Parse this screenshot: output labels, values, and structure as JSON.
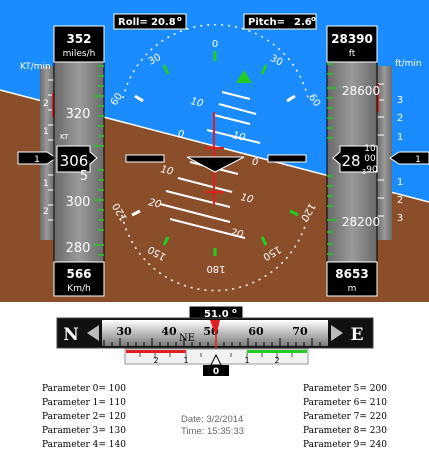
{
  "header": {
    "roll_label": "Roll=",
    "roll_value": "20.8",
    "pitch_label": "Pitch=",
    "pitch_value": "2.6",
    "degree_symbol": "o"
  },
  "airspeed": {
    "top_value": "352",
    "top_unit": "miles/h",
    "bottom_value": "566",
    "bottom_unit": "Km/h",
    "unit_label": "KT",
    "current_main": "306",
    "current_tail": "5",
    "tick_labels": [
      "320",
      "300",
      "280"
    ]
  },
  "altitude": {
    "top_value": "28390",
    "top_unit": "ft",
    "bottom_value": "8653",
    "bottom_unit": "m",
    "current_main": "28",
    "current_tail": [
      "10",
      "00",
      "90"
    ],
    "current_tail_hint": "3",
    "tick_labels": [
      "28600",
      "28200"
    ]
  },
  "vertical_speed": {
    "left_unit": "KT/min",
    "right_unit": "ft/min",
    "left_scale": [
      "2",
      "1",
      "1",
      "2"
    ],
    "right_scale": [
      "3",
      "2",
      "1",
      "1",
      "2",
      "3"
    ],
    "left_pointer": "1",
    "right_pointer": "1"
  },
  "roll_scale": {
    "top_labels": [
      "0",
      "30",
      "30",
      "60",
      "60"
    ],
    "bottom_labels": [
      "180",
      "150",
      "150",
      "120",
      "120"
    ]
  },
  "pitch_ladder": {
    "labels": [
      "10",
      "10",
      "0",
      "0",
      "10",
      "10",
      "20",
      "20"
    ]
  },
  "heading": {
    "value": "51.0",
    "degree_symbol": "o",
    "scale_labels": [
      "30",
      "40",
      "50",
      "60",
      "70"
    ],
    "cardinal_left": "N",
    "cardinal_right": "E",
    "intercardinal": "NE",
    "sideslip_labels": [
      "2",
      "1",
      "1",
      "2"
    ],
    "sideslip_value": "0"
  },
  "parameters_left": [
    {
      "label": "Parameter 0=",
      "value": "100"
    },
    {
      "label": "Parameter 1=",
      "value": "110"
    },
    {
      "label": "Parameter 2=",
      "value": "120"
    },
    {
      "label": "Parameter 3=",
      "value": "130"
    },
    {
      "label": "Parameter 4=",
      "value": "140"
    }
  ],
  "parameters_right": [
    {
      "label": "Parameter 5=",
      "value": "200"
    },
    {
      "label": "Parameter 6=",
      "value": "210"
    },
    {
      "label": "Parameter 7=",
      "value": "220"
    },
    {
      "label": "Parameter 8=",
      "value": "230"
    },
    {
      "label": "Parameter 9=",
      "value": "240"
    }
  ],
  "footer": {
    "date": "Date: 3/2/2014",
    "time": "Time: 15:35:33"
  },
  "colors": {
    "sky": "#1a8cff",
    "ground": "#8b4e2b",
    "tape": "#7f7f7f",
    "accent_green": "#22cc22",
    "pointer_red": "#e02020"
  }
}
